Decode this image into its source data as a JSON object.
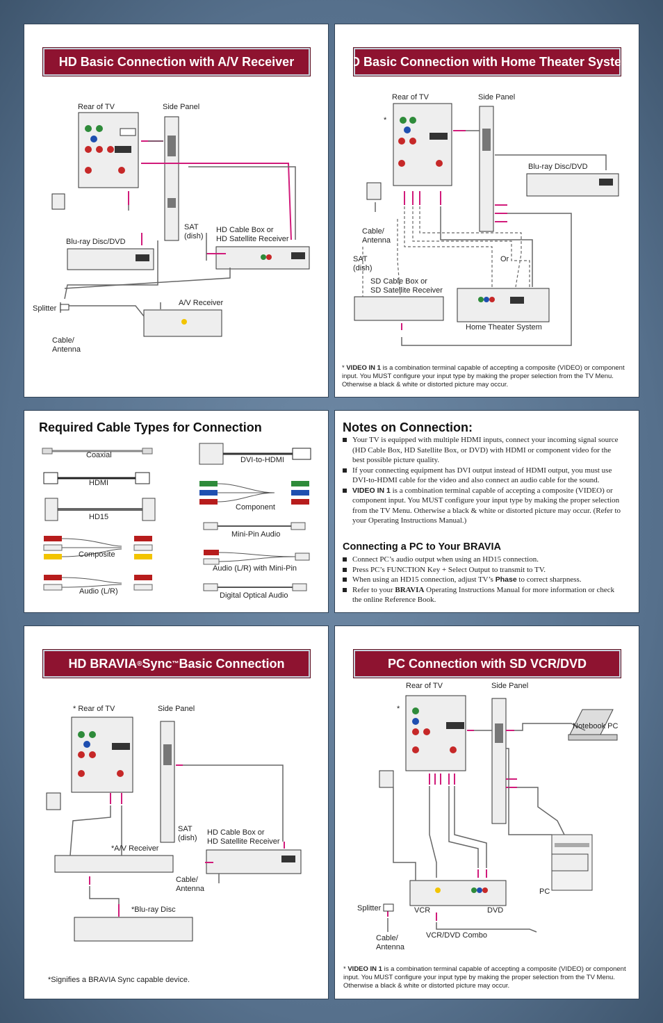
{
  "p1": {
    "title": "HD Basic Connection with A/V Receiver",
    "rear_tv": "Rear of  TV",
    "side_panel": "Side Panel",
    "bluray": "Blu-ray Disc/DVD",
    "sat": "SAT\n(dish)",
    "hd_cable": "HD Cable Box or\nHD Satellite Receiver",
    "splitter": "Splitter",
    "cable_antenna": "Cable/\nAntenna",
    "av_receiver": "A/V Receiver"
  },
  "p2": {
    "title": "HD Basic Connection with Home Theater System",
    "rear_tv": "Rear of  TV",
    "side_panel": "Side Panel",
    "star": "*",
    "bluray": "Blu-ray Disc/DVD",
    "cable_antenna": "Cable/\nAntenna",
    "sat": "SAT\n(dish)",
    "or": "Or",
    "sd_cable": "SD Cable Box or\nSD Satellite Receiver",
    "hts": "Home Theater System",
    "note_star": "*",
    "note_bold": "VIDEO IN 1",
    "note_text": " is a combination terminal capable of accepting a composite (VIDEO) or component input. You MUST configure your input type by making the proper selection from the TV Menu. Otherwise a black & white or distorted picture may occur."
  },
  "p3": {
    "title": "Required Cable Types for Connection",
    "cables": {
      "coaxial": "Coaxial",
      "hdmi": "HDMI",
      "hd15": "HD15",
      "composite": "Composite",
      "audio_lr": "Audio (L/R)",
      "dvi_hdmi": "DVI-to-HDMI",
      "component": "Component",
      "mini_pin": "Mini-Pin Audio",
      "audio_mini": "Audio (L/R) with Mini-Pin",
      "optical": "Digital Optical Audio"
    }
  },
  "p4": {
    "title": "Notes on Connection:",
    "n1": "Your TV is equipped with multiple HDMI inputs, connect your incoming signal source (HD Cable Box, HD Satellite Box, or DVD) with HDMI or component video for the best possible picture quality.",
    "n2": "If your connecting equipment has DVI output instead of HDMI output, you must use DVI-to-HDMI cable for the video and also connect an audio cable for the sound.",
    "n3_bold": "VIDEO IN 1",
    "n3": " is a combination terminal capable of accepting a composite (VIDEO) or component input. You MUST configure your input type by making the proper selection from the TV Menu. Otherwise a black & white or distorted picture may occur. (Refer to your Operating Instructions Manual.)",
    "subtitle": "Connecting a PC to Your BRAVIA",
    "p1": "Connect PC’s audio output when using an HD15 connection.",
    "p2": "Press PC’s FUNCTION Key + Select Output to transmit to TV.",
    "p3a": "When using an HD15 connection, adjust TV’s ",
    "p3b": "Phase",
    "p3c": " to correct sharpness.",
    "p4a": "Refer to your ",
    "p4b": "BRAVIA",
    "p4c": " Operating Instructions Manual for more information or check the online Reference Book."
  },
  "p5": {
    "title_a": "HD BRAVIA",
    "title_reg": "®",
    "title_b": " Sync",
    "title_tm": "™",
    "title_c": " Basic Connection",
    "rear_tv": "* Rear of  TV",
    "side_panel": "Side Panel",
    "sat": "SAT\n(dish)",
    "hd_cable": "HD Cable Box or\nHD Satellite Receiver",
    "av_receiver": "*A/V Receiver",
    "cable_antenna": "Cable/\nAntenna",
    "bluray": "*Blu-ray Disc",
    "footnote": "*Signifies a BRAVIA Sync capable device."
  },
  "p6": {
    "title": "PC Connection with SD VCR/DVD",
    "rear_tv": "Rear of  TV",
    "side_panel": "Side Panel",
    "star": "*",
    "notebook": "Notebook PC",
    "pc": "PC",
    "splitter": "Splitter",
    "vcr": "VCR",
    "dvd": "DVD",
    "combo": "VCR/DVD Combo",
    "cable_antenna": "Cable/\nAntenna",
    "note_star": "*",
    "note_bold": "VIDEO IN 1",
    "note_text": " is a combination terminal capable of accepting a composite (VIDEO) or component input. You MUST configure your input type by making the proper selection from the TV Menu. Otherwise a black & white or distorted picture may occur."
  },
  "colors": {
    "banner": "#8e1330",
    "cable_pink": "#d11a7a",
    "cable_gray": "#555555"
  }
}
